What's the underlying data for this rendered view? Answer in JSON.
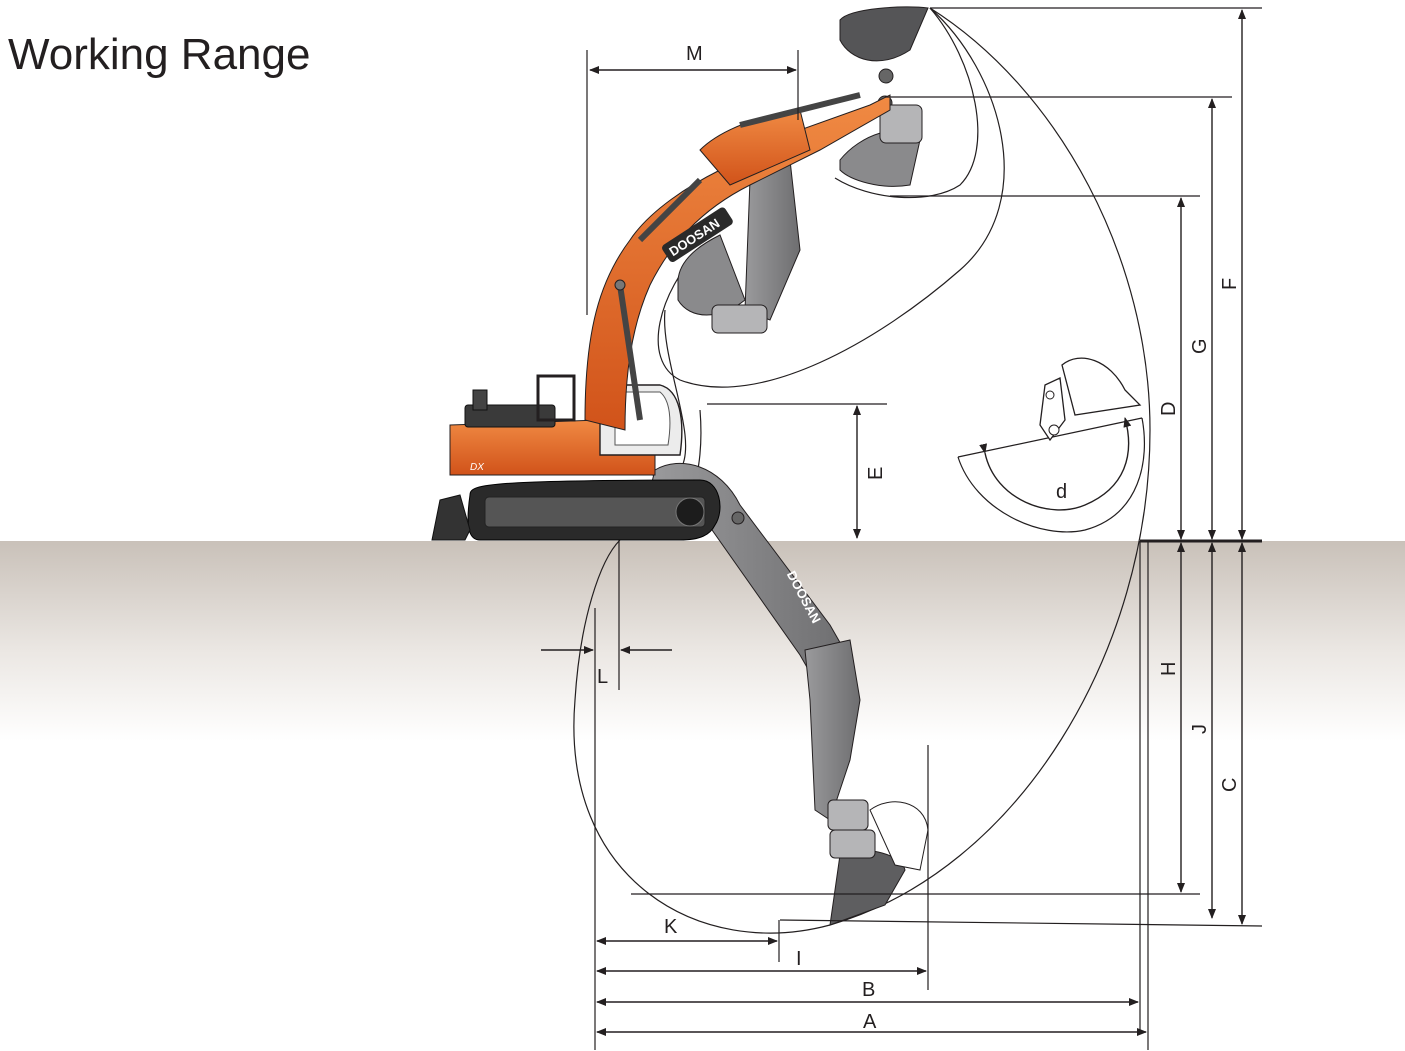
{
  "title": "Working Range",
  "brand": "DOOSAN",
  "model_badge": "DX",
  "colors": {
    "machine_orange": "#e8641e",
    "attachment_gray": "#8f8f91",
    "ground_top": "#c9c1b9",
    "line": "#231f20"
  },
  "dimension_labels": {
    "A": "A",
    "B": "B",
    "C": "C",
    "D": "D",
    "E": "E",
    "F": "F",
    "G": "G",
    "H": "H",
    "I": "I",
    "J": "J",
    "K": "K",
    "L": "L",
    "M": "M",
    "d": "d"
  }
}
